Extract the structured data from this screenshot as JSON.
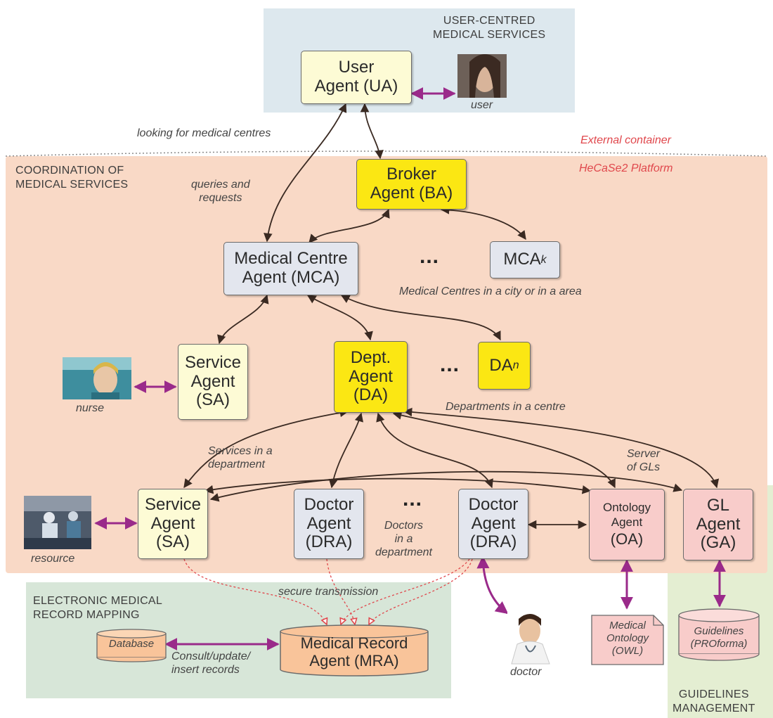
{
  "regions": {
    "user_services": "USER-CENTRED\nMEDICAL SERVICES",
    "coordination": "COORDINATION OF\nMEDICAL SERVICES",
    "emr_mapping": "ELECTRONIC MEDICAL\nRECORD MAPPING",
    "guidelines_mgmt": "GUIDELINES\nMANAGEMENT",
    "external_container": "External container",
    "platform": "HeCaSe2 Platform"
  },
  "agents": {
    "ua": "User\nAgent (UA)",
    "ba": "Broker\nAgent (BA)",
    "mca": "Medical Centre\nAgent (MCA)",
    "mcak": "MCA",
    "mcak_sub": "k",
    "sa_top": "Service\nAgent\n(SA)",
    "da": "Dept.\nAgent\n(DA)",
    "dan": "DA",
    "dan_sub": "n",
    "sa_bottom": "Service\nAgent\n(SA)",
    "dra1": "Doctor\nAgent\n(DRA)",
    "dra2": "Doctor\nAgent\n(DRA)",
    "oa_name": "Ontology\nAgent",
    "oa_abbr": "(OA)",
    "ga": "GL\nAgent\n(GA)",
    "mra": "Medical Record\nAgent (MRA)"
  },
  "resources": {
    "database": "Database",
    "ontology": "Medical\nOntology\n(OWL)",
    "guidelines": "Guidelines\n(PROforma)"
  },
  "people": {
    "user": "user",
    "nurse": "nurse",
    "resource": "resource",
    "doctor": "doctor"
  },
  "annotations": {
    "looking": "looking for medical centres",
    "queries": "queries and\nrequests",
    "centres_city": "Medical Centres in a city or in a area",
    "depts": "Departments in a centre",
    "services_dept": "Services in a\ndepartment",
    "server_gls": "Server\nof GLs",
    "doctors_dept": "Doctors\nin a\ndepartment",
    "secure": "secure transmission",
    "consult": "Consult/update/\ninsert records"
  },
  "ellipsis": "...",
  "colors": {
    "user_region": "#dde8ee",
    "platform_region": "#f9d9c6",
    "emr_region": "#d7e6d8",
    "guidelines_region": "#e4eed2",
    "agent_cream": "#fdfbd5",
    "agent_yellow": "#fbe713",
    "agent_grey": "#e3e6ee",
    "agent_pink": "#f8ccca",
    "store_orange": "#f9c49a",
    "arrow_purple": "#9a2a8a",
    "arrow_dark": "#3a2a22",
    "label_red": "#e0474c"
  }
}
